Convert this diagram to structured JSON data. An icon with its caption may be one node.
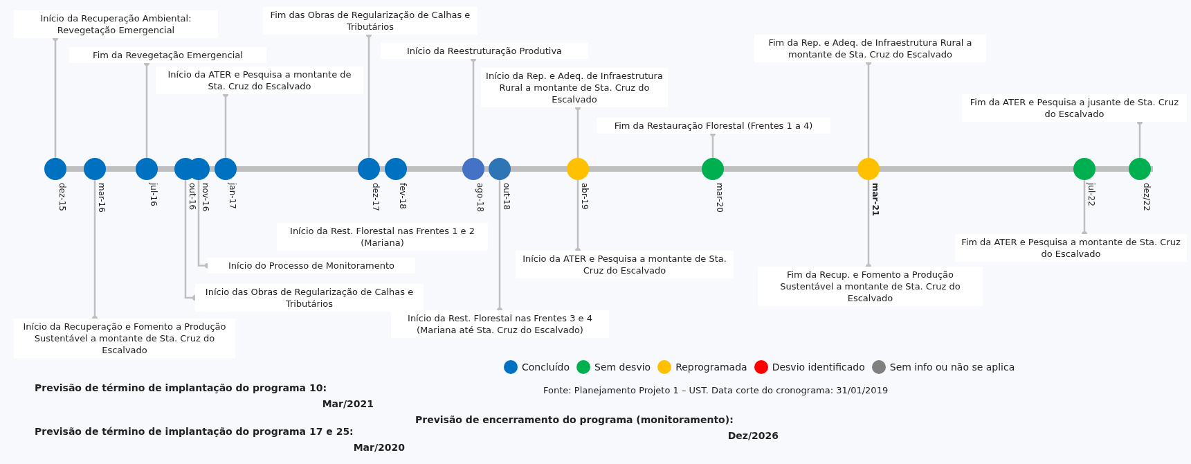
{
  "diagram": {
    "nodes": [
      {
        "text": [],
        "shape": "circle",
        "beside": [
          "dez-15"
        ]
      },
      {
        "text": [],
        "shape": "circle",
        "beside": [
          "mar-16"
        ]
      },
      {
        "text": [],
        "shape": "circle",
        "beside": [
          "jul-16"
        ]
      },
      {
        "text": [],
        "shape": "circle",
        "beside": [
          "out-16"
        ]
      },
      {
        "text": [],
        "shape": "circle",
        "beside": [
          "nov-16"
        ]
      },
      {
        "text": [],
        "shape": "circle",
        "beside": [
          "jan-17"
        ]
      },
      {
        "text": [],
        "shape": "circle",
        "beside": [
          "dez-17"
        ]
      },
      {
        "text": [],
        "shape": "circle",
        "beside": [
          "fev-18"
        ]
      },
      {
        "text": [],
        "shape": "circle",
        "beside": [
          "ago-18"
        ]
      },
      {
        "text": [],
        "shape": "circle",
        "beside": [
          "out-18"
        ]
      },
      {
        "text": [],
        "shape": "circle",
        "beside": [
          "abr-19"
        ]
      },
      {
        "text": [],
        "shape": "circle",
        "beside": [
          "mar-20"
        ]
      },
      {
        "text": [],
        "shape": "circle",
        "beside": [
          "mar-21"
        ]
      },
      {
        "text": [],
        "shape": "circle",
        "beside": [
          "jul-22"
        ]
      },
      {
        "text": [],
        "shape": "circle",
        "beside": [
          "dez/22"
        ]
      },
      {
        "text": [
          "Início da Recuperação Ambiental: Revegetação Emergencial"
        ]
      },
      {
        "text": [
          "Fim da Revegetação Emergencial"
        ]
      },
      {
        "text": [
          "Início da ATER e Pesquisa a montante de Sta. Cruz do Escalvado"
        ]
      },
      {
        "text": [
          "Fim das Obras de Regularização de Calhas e Tributários"
        ]
      },
      {
        "text": [
          "Início da Reestruturação Produtiva"
        ]
      },
      {
        "text": [
          "Início da Rep. e Adeq. de Infraestrutura Rural a montante de Sta. Cruz do Escalvado"
        ]
      },
      {
        "text": [
          "Fim da Restauração Florestal (Frentes 1 a 4)"
        ]
      },
      {
        "text": [
          "Fim da Rep. e Adeq. de Infraestrutura Rural a montante de Sta. Cruz do Escalvado"
        ]
      },
      {
        "text": [
          "Fim da ATER e Pesquisa a jusante de Sta. Cruz do Escalvado"
        ]
      },
      {
        "text": [
          "Início do Processo de Monitoramento"
        ]
      },
      {
        "text": [
          "Início das Obras de Regularização de Calhas e Tributários"
        ]
      },
      {
        "text": [
          "Início da Recuperação e Fomento a Produção Sustentável a montante de Sta. Cruz do Escalvado"
        ]
      },
      {
        "text": [
          "Início da Rest. Florestal nas Frentes 1 e 2 (Mariana)"
        ]
      },
      {
        "text": [
          "Início da ATER e Pesquisa a montante de Sta. Cruz do Escalvado"
        ]
      },
      {
        "text": [
          "Início da Rest. Florestal nas Frentes 3 e 4 (Mariana até Sta. Cruz do Escalvado)"
        ]
      },
      {
        "text": [
          "Fim da Recup. e Fomento a Produção Sustentável a montante de Sta. Cruz do Escalvado"
        ]
      },
      {
        "text": [
          "Fim da ATER e Pesquisa a montante de Sta. Cruz do Escalvado"
        ]
      }
    ],
    "edges": [
      {
        "from": 15,
        "to": 0,
        "arrow": "other"
      },
      {
        "from": 16,
        "to": 2,
        "arrow": "other"
      },
      {
        "from": 17,
        "to": 5,
        "arrow": "other"
      },
      {
        "from": 18,
        "to": 6,
        "arrow": "other"
      },
      {
        "from": 19,
        "to": 8,
        "arrow": "other"
      },
      {
        "from": 20,
        "to": 10,
        "arrow": "other"
      },
      {
        "from": 21,
        "to": 11,
        "arrow": "other"
      },
      {
        "from": 22,
        "to": 12,
        "arrow": "other"
      },
      {
        "from": 23,
        "to": 14,
        "arrow": "other"
      },
      {
        "from": 24,
        "to": 4,
        "arrow": "other"
      },
      {
        "from": 25,
        "to": 3,
        "arrow": "other"
      },
      {
        "from": 26,
        "to": 1,
        "arrow": "other"
      },
      {
        "from": 28,
        "to": 10,
        "arrow": "other"
      },
      {
        "from": 29,
        "to": 9,
        "arrow": "other"
      },
      {
        "from": 30,
        "to": 12,
        "arrow": "other"
      },
      {
        "from": 31,
        "to": 13,
        "arrow": "other"
      }
    ],
    "labels": [
      "Previsão de término de implantação do programa 10:",
      "Mar/2021",
      "Previsão de término de implantação do programa 17 e 25:",
      "Mar/2020",
      "Previsão de encerramento do programa (monitoramento):",
      "Dez/2026",
      "Fonte: Planejamento Projeto 1 – UST. Data corte do cronograma: 31/01/2019"
    ],
    "legend": [
      {
        "text": "Concluído",
        "color": "#0070c0"
      },
      {
        "text": "Sem desvio",
        "color": "#00b050"
      },
      {
        "text": "Reprogramada",
        "color": "#ffc000"
      },
      {
        "text": "Desvio identificado",
        "color": "#ff0000"
      },
      {
        "text": "Sem info ou não se aplica",
        "color": "#808080"
      }
    ]
  }
}
